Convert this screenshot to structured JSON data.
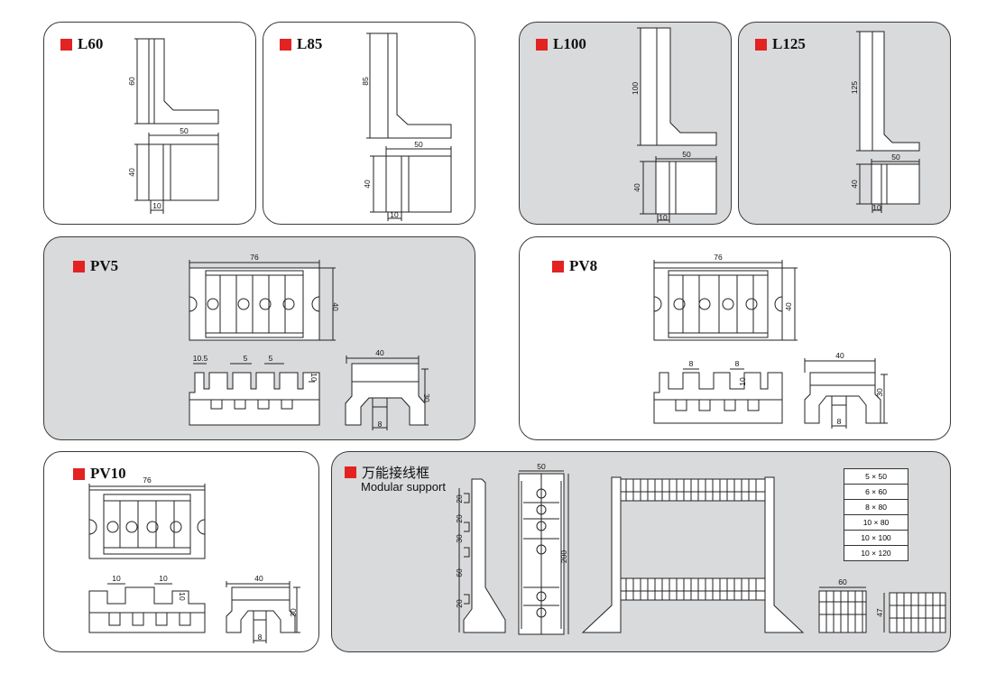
{
  "panels": {
    "l60": {
      "title": "L60",
      "dim_height": "60",
      "dim_width": "50",
      "dim_depth": "40",
      "dim_thick": "10"
    },
    "l85": {
      "title": "L85",
      "dim_height": "85",
      "dim_width": "50",
      "dim_depth": "40",
      "dim_thick": "10"
    },
    "l100": {
      "title": "L100",
      "dim_height": "100",
      "dim_width": "50",
      "dim_depth": "40",
      "dim_thick": "10"
    },
    "l125": {
      "title": "L125",
      "dim_height": "125",
      "dim_width": "50",
      "dim_depth": "40",
      "dim_thick": "10"
    },
    "pv5": {
      "title": "PV5",
      "dim_length": "76",
      "dim_height": "40",
      "dim_a": "10.5",
      "dim_b": "5",
      "dim_c": "5",
      "dim_d": "10",
      "dim_side_w": "40",
      "dim_side_h": "30",
      "dim_side_slot": "8"
    },
    "pv8": {
      "title": "PV8",
      "dim_length": "76",
      "dim_height": "40",
      "dim_a": "8",
      "dim_b": "8",
      "dim_d": "10",
      "dim_side_w": "40",
      "dim_side_h": "30",
      "dim_side_slot": "8"
    },
    "pv10": {
      "title": "PV10",
      "dim_length": "76",
      "dim_a": "10",
      "dim_b": "10",
      "dim_d": "10",
      "dim_side_w": "40",
      "dim_side_h": "30",
      "dim_side_slot": "8"
    },
    "modular": {
      "title": "万能接线框",
      "subtitle": "Modular support",
      "dims_left": [
        "20",
        "20",
        "30",
        "60",
        "20"
      ],
      "dim_width": "50",
      "dim_height": "200",
      "dim_block_w": "60",
      "dim_block_h": "47",
      "sizes": [
        "5 × 50",
        "6 × 60",
        "8 × 80",
        "10 × 80",
        "10 × 100",
        "10 × 120"
      ]
    }
  },
  "colors": {
    "panel_gray": "#d9dadc",
    "marker_red": "#e32222",
    "line": "#222222"
  }
}
